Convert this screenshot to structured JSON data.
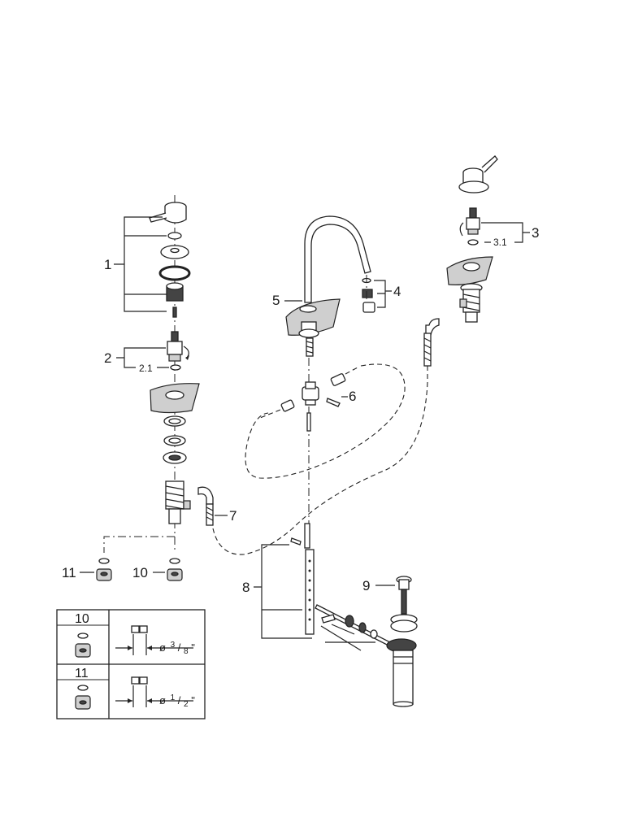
{
  "labels": {
    "p1": "1",
    "p2": "2",
    "p2_1": "2.1",
    "p3": "3",
    "p3_1": "3.1",
    "p4": "4",
    "p5": "5",
    "p6": "6",
    "p7": "7",
    "p8": "8",
    "p9": "9",
    "p10": "10",
    "p11": "11"
  },
  "table": {
    "rows": [
      {
        "id": "10",
        "diameter_prefix": "ø",
        "num": "3",
        "den": "8",
        "unit": "\""
      },
      {
        "id": "11",
        "diameter_prefix": "ø",
        "num": "1",
        "den": "2",
        "unit": "\""
      }
    ]
  },
  "colors": {
    "line": "#222222",
    "fill_dark": "#444444",
    "fill_grey": "#cfcfcf"
  }
}
